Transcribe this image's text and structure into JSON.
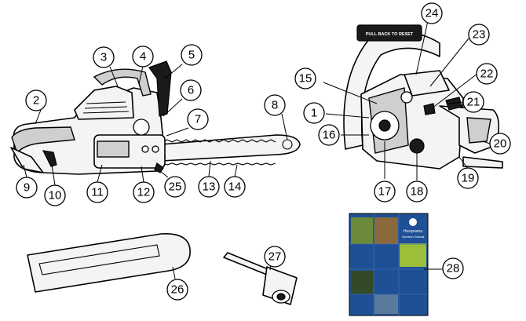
{
  "diagram": {
    "handle_text": "PULL BACK TO RESET",
    "manual_brand": "Husqvarna",
    "manual_subtitle": "Operator's Manual",
    "colors": {
      "manual_blue": "#1f4f95",
      "manual_green": "#9bbf3a",
      "line": "#000000"
    },
    "callouts": [
      {
        "n": "1"
      },
      {
        "n": "2"
      },
      {
        "n": "3"
      },
      {
        "n": "4"
      },
      {
        "n": "5"
      },
      {
        "n": "6"
      },
      {
        "n": "7"
      },
      {
        "n": "8"
      },
      {
        "n": "9"
      },
      {
        "n": "10"
      },
      {
        "n": "11"
      },
      {
        "n": "12"
      },
      {
        "n": "13"
      },
      {
        "n": "14"
      },
      {
        "n": "15"
      },
      {
        "n": "16"
      },
      {
        "n": "17"
      },
      {
        "n": "18"
      },
      {
        "n": "19"
      },
      {
        "n": "20"
      },
      {
        "n": "21"
      },
      {
        "n": "22"
      },
      {
        "n": "23"
      },
      {
        "n": "24"
      },
      {
        "n": "25"
      },
      {
        "n": "26"
      },
      {
        "n": "27"
      },
      {
        "n": "28"
      }
    ]
  }
}
